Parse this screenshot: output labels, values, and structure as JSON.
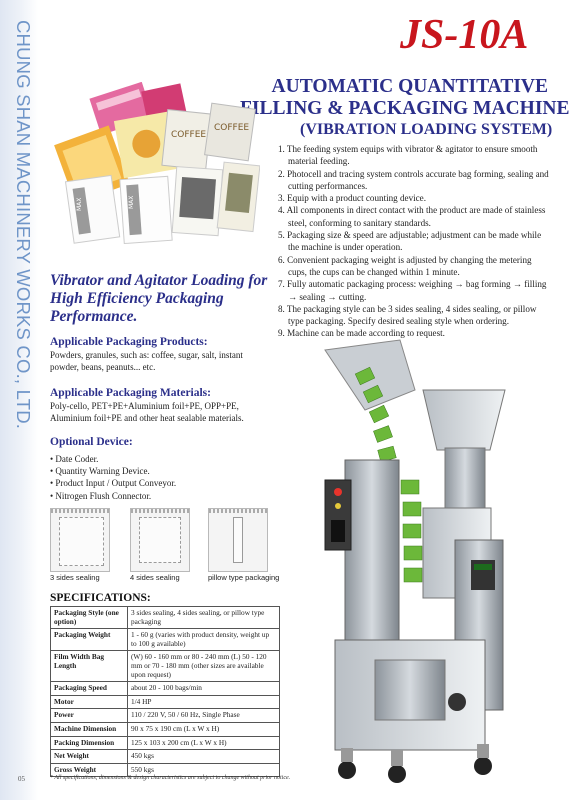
{
  "side_text": "CHUNG SHAN MACHINERY WORKS CO., LTD.",
  "page_number": "05",
  "header": {
    "model": "JS-10A",
    "title_line1": "AUTOMATIC QUANTITATIVE",
    "title_line2": "FILLING & PACKAGING MACHINE",
    "subtitle": "(VIBRATION LOADING SYSTEM)"
  },
  "features": [
    "1. The feeding system equips with vibrator & agitator to ensure smooth material feeding.",
    "2. Photocell and tracing system controls accurate bag forming, sealing and cutting performances.",
    "3. Equip with a product counting device.",
    "4. All components in direct contact with the product are made of stainless steel, conforming to sanitary standards.",
    "5. Packaging size & speed are adjustable; adjustment can be made while the machine is under operation.",
    "6. Convenient packaging weight is adjusted by changing the metering cups, the cups can be changed within 1 minute.",
    "7. Fully automatic packaging process: weighing → bag forming → filling → sealing → cutting.",
    "8. The packaging style can be 3 sides sealing, 4 sides sealing, or pillow type packaging. Specify desired sealing style when ordering.",
    "9. Machine can be made according to request."
  ],
  "photo_labels": [
    "COFFEE",
    "COFFEE",
    "MAX",
    "MAX"
  ],
  "slogan": "Vibrator and Agitator Loading for High Efficiency Packaging Performance.",
  "products": {
    "heading": "Applicable Packaging Products:",
    "text": "Powders, granules, such as: coffee, sugar, salt, instant powder, beans, peanuts... etc."
  },
  "materials": {
    "heading": "Applicable Packaging Materials:",
    "text": "Poly-cello, PET+PE+Aluminium foil+PE, OPP+PE, Aluminium foil+PE and other heat sealable materials."
  },
  "optional": {
    "heading": "Optional Device:",
    "items": [
      "Date Coder.",
      "Quantity Warning Device.",
      "Product Input / Output Conveyor.",
      "Nitrogen Flush Connector."
    ]
  },
  "sealing_styles": [
    "3 sides sealing",
    "4 sides sealing",
    "pillow type packaging"
  ],
  "specs": {
    "heading": "SPECIFICATIONS:",
    "rows": [
      {
        "key": "Packaging Style (one option)",
        "value": "3 sides sealing, 4 sides sealing, or pillow type packaging"
      },
      {
        "key": "Packaging Weight",
        "value": "1 - 60 g (varies with product density, weight up to 100 g available)"
      },
      {
        "key": "Film Width Bag Length",
        "value": "(W) 60 - 160 mm or 80 - 240 mm (L) 50 - 120 mm or 70 - 180 mm (other sizes are available upon request)"
      },
      {
        "key": "Packaging Speed",
        "value": "about 20 - 100 bags/min"
      },
      {
        "key": "Motor",
        "value": "1/4 HP"
      },
      {
        "key": "Power",
        "value": "110 / 220 V, 50 / 60 Hz, Single Phase"
      },
      {
        "key": "Machine Dimension",
        "value": "90 x 75 x 190 cm (L x W x H)"
      },
      {
        "key": "Packing Dimension",
        "value": "125 x 103 x 200 cm (L x W x H)"
      },
      {
        "key": "Net Weight",
        "value": "450 kgs"
      },
      {
        "key": "Gross Weight",
        "value": "550 kgs"
      }
    ]
  },
  "footnote": "* All specifications, dimensions & design characteristics are subject to change without prior notice."
}
